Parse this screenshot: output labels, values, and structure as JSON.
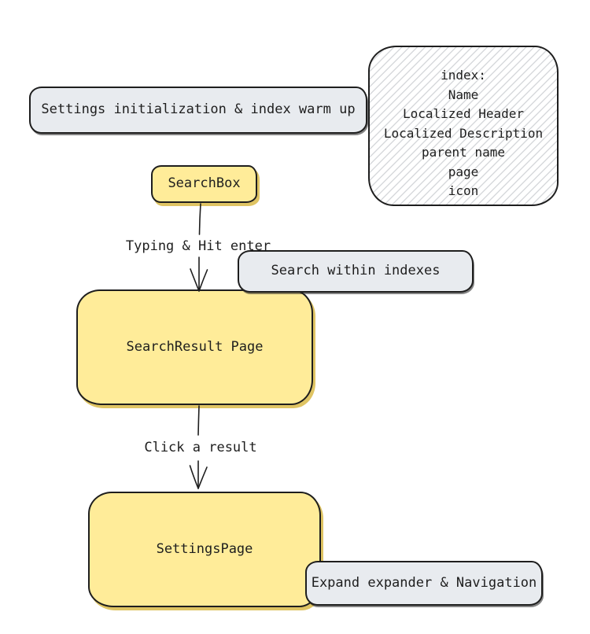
{
  "diagram": {
    "background": "#ffffff",
    "stroke_color": "#1e1e1e",
    "gray_fill": "#e8ebef",
    "yellow_fill": "#ffec99",
    "yellow_shadow": "#dfc463",
    "hatch_color": "#d7d9dc",
    "nodes": {
      "settings_warmup": {
        "label": "Settings initialization & index warm up"
      },
      "index_note": {
        "lines": [
          "index:",
          "Name",
          "Localized Header",
          "Localized Description",
          "parent name",
          "page",
          "icon"
        ]
      },
      "search_box": {
        "label": "SearchBox"
      },
      "search_within": {
        "label": "Search within indexes"
      },
      "search_result": {
        "label": "SearchResult Page"
      },
      "settings_page": {
        "label": "SettingsPage"
      },
      "expand_nav": {
        "label": "Expand expander & Navigation"
      }
    },
    "edge_labels": {
      "typing_enter": "Typing & Hit enter",
      "click_result": "Click a result"
    }
  }
}
